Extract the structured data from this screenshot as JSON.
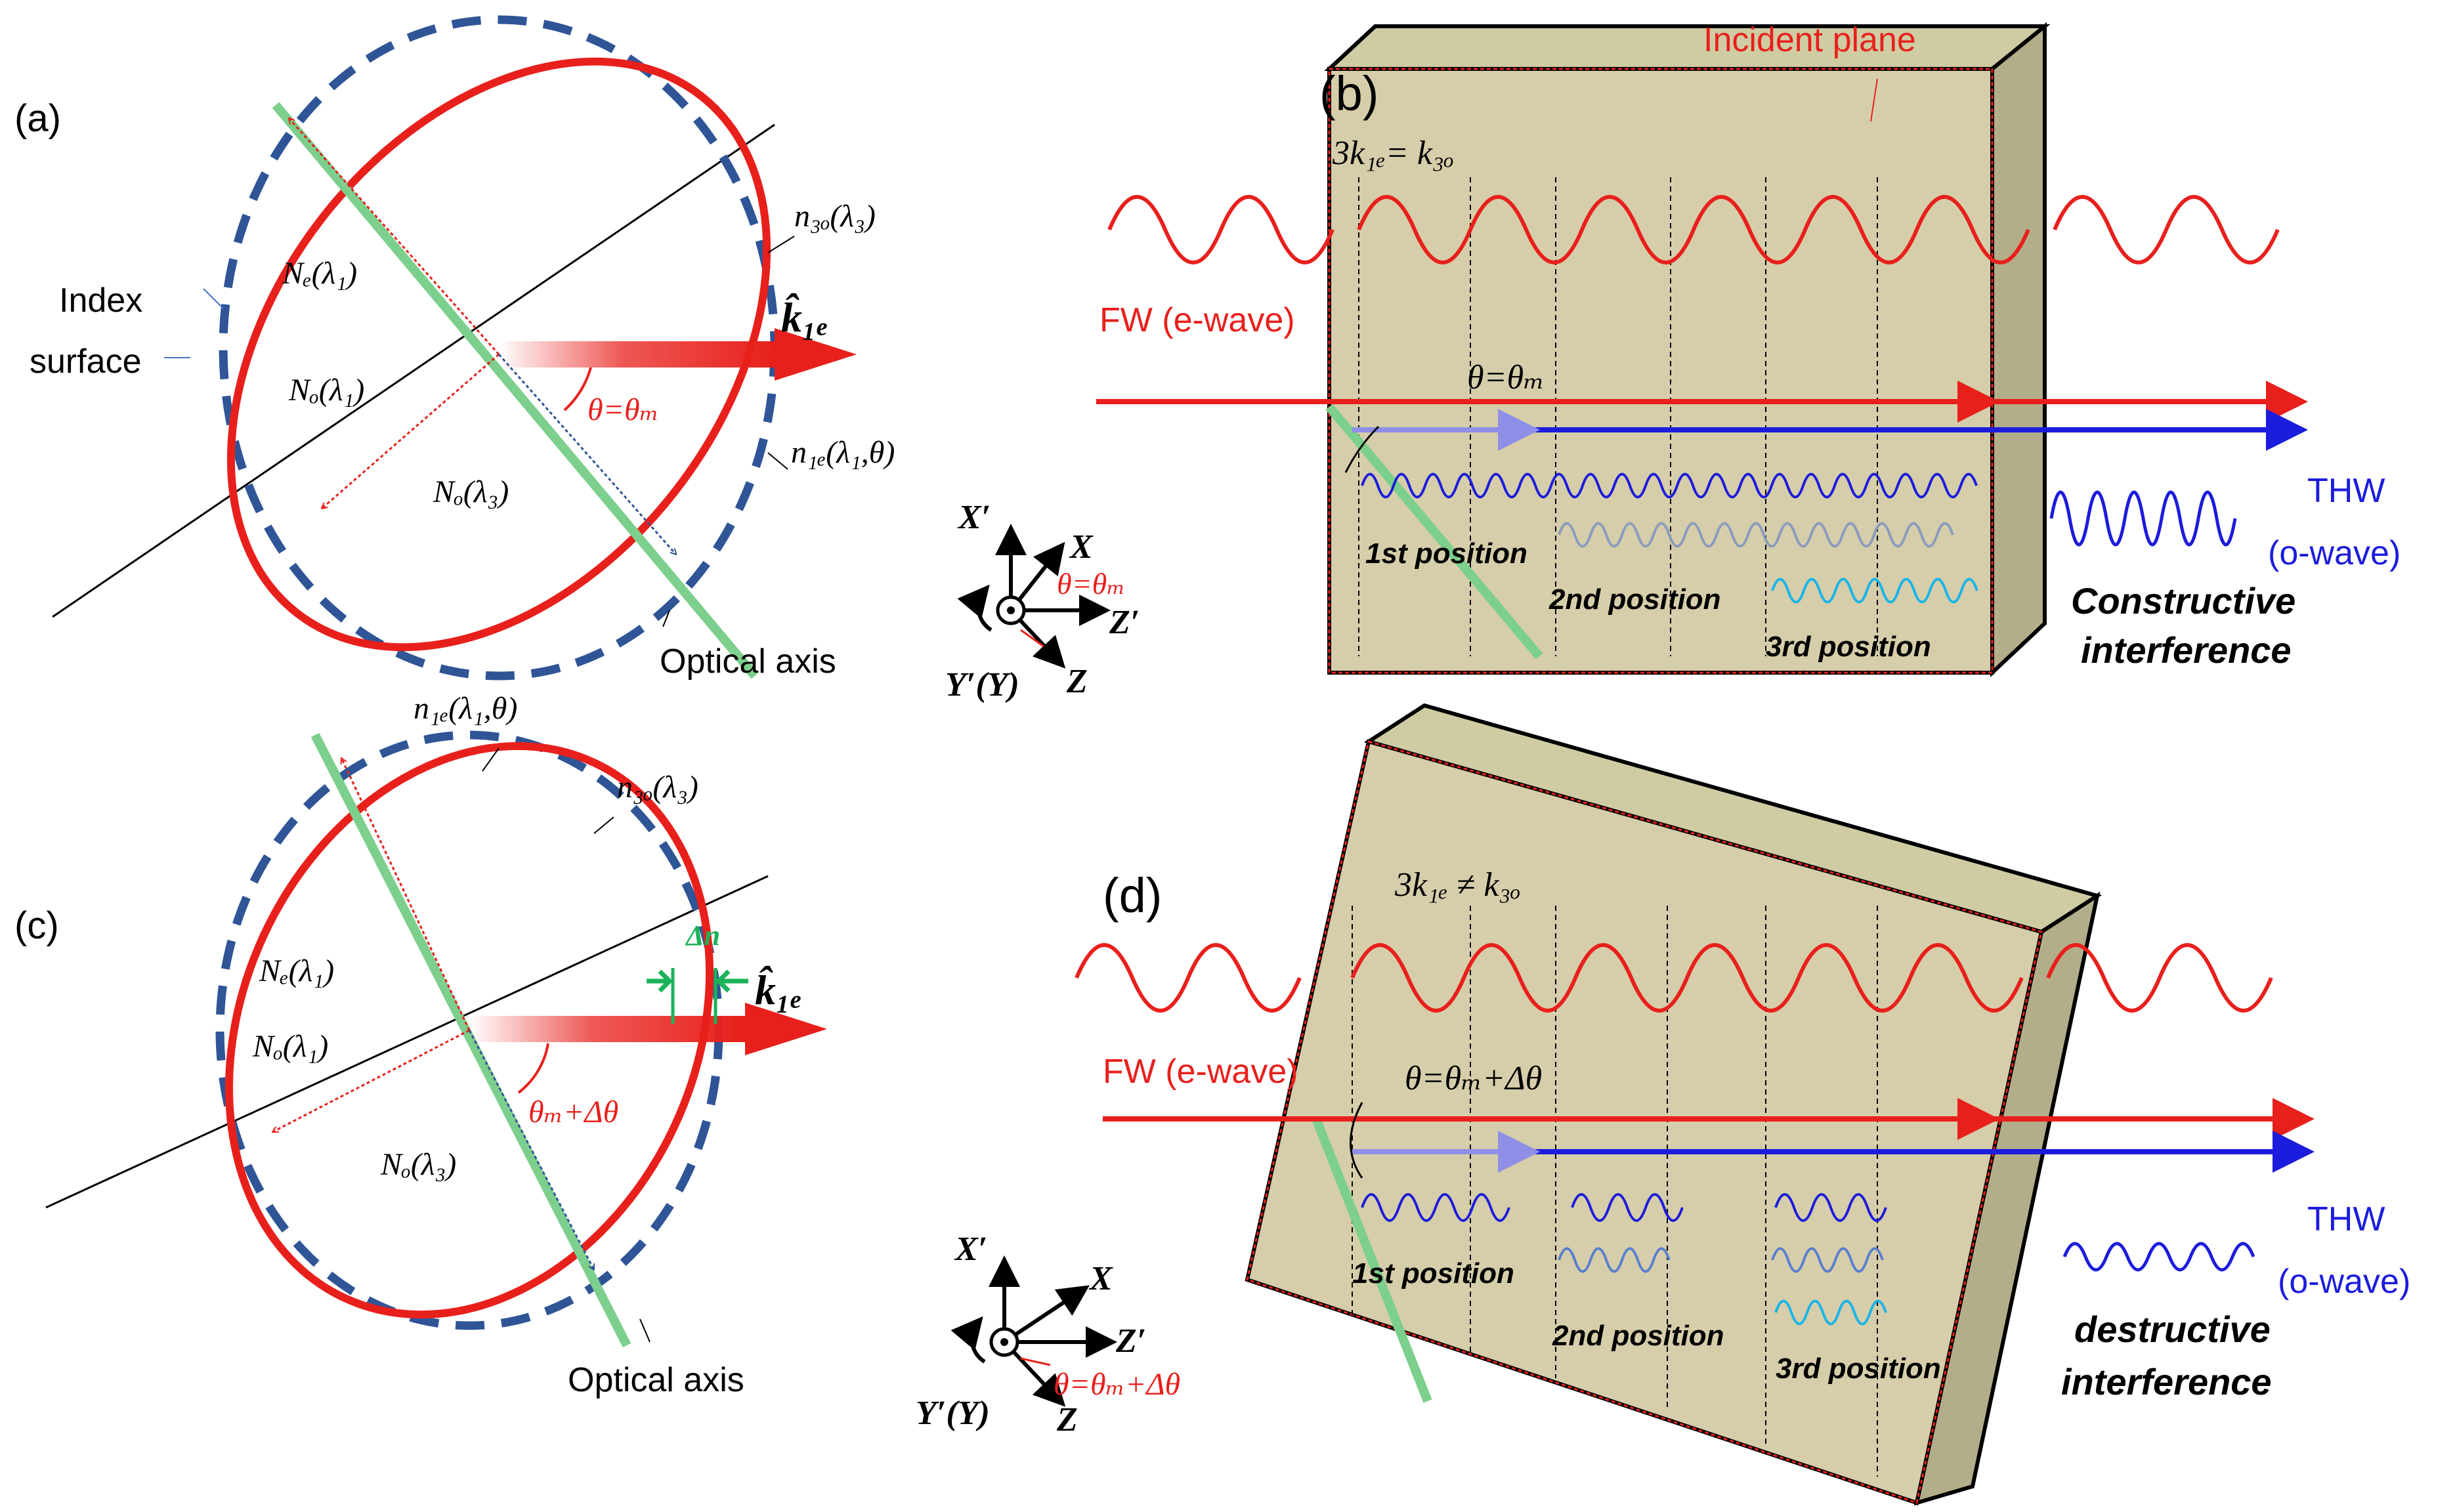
{
  "panels": {
    "a": {
      "label": "(a)",
      "n3o": "n₃ₒ(λ₃)",
      "index_surface": [
        "Index",
        "surface"
      ],
      "Ne": "Nₑ(λ₁)",
      "No1": "Nₒ(λ₁)",
      "No3": "Nₒ(λ₃)",
      "k1e": "k̂₁ₑ",
      "theta": "θ=θₘ",
      "n1e": "n₁ₑ(λ₁,θ)",
      "optical_axis": "Optical axis"
    },
    "b": {
      "label": "(b)",
      "incident_plane": "Incident plane",
      "phase_match": "3k₁ₑ= k₃ₒ",
      "fw": "FW (e-wave)",
      "theta": "θ=θₘ",
      "thw": "THW",
      "owave": "(o-wave)",
      "pos1": "1st position",
      "pos2": "2nd position",
      "pos3": "3rd position",
      "result": [
        "Constructive",
        "interference"
      ]
    },
    "c": {
      "label": "(c)",
      "n1e": "n₁ₑ(λ₁,θ)",
      "n3o": "n₃ₒ(λ₃)",
      "Ne": "Nₑ(λ₁)",
      "No1": "Nₒ(λ₁)",
      "No3": "Nₒ(λ₃)",
      "dn": "Δn",
      "k1e": "k̂₁ₑ",
      "theta": "θₘ+Δθ",
      "optical_axis": "Optical axis"
    },
    "d": {
      "label": "(d)",
      "phase_mismatch": "3k₁ₑ ≠ k₃ₒ",
      "fw": "FW (e-wave)",
      "theta": "θ=θₘ+Δθ",
      "thw": "THW",
      "owave": "(o-wave)",
      "pos1": "1st position",
      "pos2": "2nd position",
      "pos3": "3rd position",
      "result": [
        "destructive",
        "interference"
      ]
    }
  },
  "axes_top": {
    "Xp": "X′",
    "X": "X",
    "Zp": "Z′",
    "Z": "Z",
    "YpY": "Y′(Y)",
    "theta": "θ=θₘ"
  },
  "axes_bottom": {
    "Xp": "X′",
    "X": "X",
    "Zp": "Z′",
    "Z": "Z",
    "YpY": "Y′(Y)",
    "theta": "θ=θₘ+Δθ"
  },
  "colors": {
    "fw_red": "#e8201c",
    "index_blue": "#2f5597",
    "thw_blue": "#1c1cdc",
    "axis_green": "#7ccf8c",
    "crystal_face": "#d6ceaa",
    "crystal_side": "#b3ae8a"
  }
}
